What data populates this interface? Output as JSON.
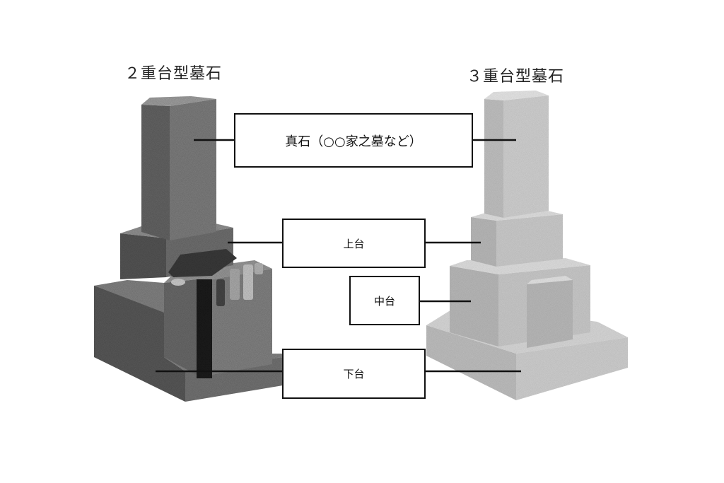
{
  "titles": {
    "left": "２重台型墓石",
    "right": "３重台型墓石"
  },
  "labels": {
    "shinseki": "真石（○○家之墓など）",
    "joudai": "上台",
    "chuudai": "中台",
    "gedai": "下台"
  },
  "colors": {
    "dark_granite": "#6f6f6f",
    "light_granite": "#cfcfcf",
    "box_border": "#111111"
  }
}
